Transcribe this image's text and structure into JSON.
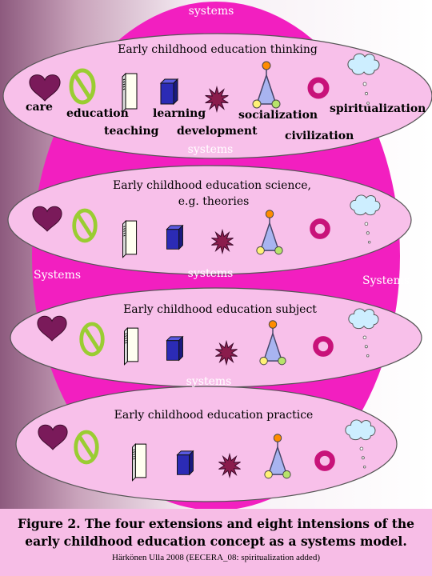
{
  "top_label": "systems",
  "colors": {
    "pink_main": "#f21fc0",
    "ellipse_fill": "#f8c0ea",
    "heart": "#7a1a5a",
    "no_sign": "#9acd32",
    "book": "#fffff0",
    "cube": "#2b2bb5",
    "star": "#8a1c4c",
    "triangle_fill": "#a8b4f0",
    "node_orange": "#ff8c00",
    "node_yellow": "#fff176",
    "node_green": "#b7e36b",
    "ring": "#c8127a",
    "cloud": "#cdeeff"
  },
  "side_labels": {
    "left": "Systems",
    "right": "Systems"
  },
  "levels": [
    {
      "title": "Early childhood education thinking",
      "intensions": {
        "care": "care",
        "education": "education",
        "learning": "learning",
        "socialization": "socialization",
        "spiritualization": "spiritualization",
        "teaching": "teaching",
        "development": "development",
        "civilization": "civilization"
      },
      "bottom_label": "systems"
    },
    {
      "title_line1": "Early childhood education science,",
      "title_line2": "e.g. theories",
      "bottom_label": "systems"
    },
    {
      "title": "Early childhood education subject",
      "bottom_label": "systems"
    },
    {
      "title": "Early childhood education practice"
    }
  ],
  "caption": {
    "line1": "Figure 2. The four extensions and eight intensions of the",
    "line2": "early childhood education  concept as a systems model.",
    "credit": "Härkönen Ulla 2008 (EECERA_08: spiritualization added)"
  }
}
